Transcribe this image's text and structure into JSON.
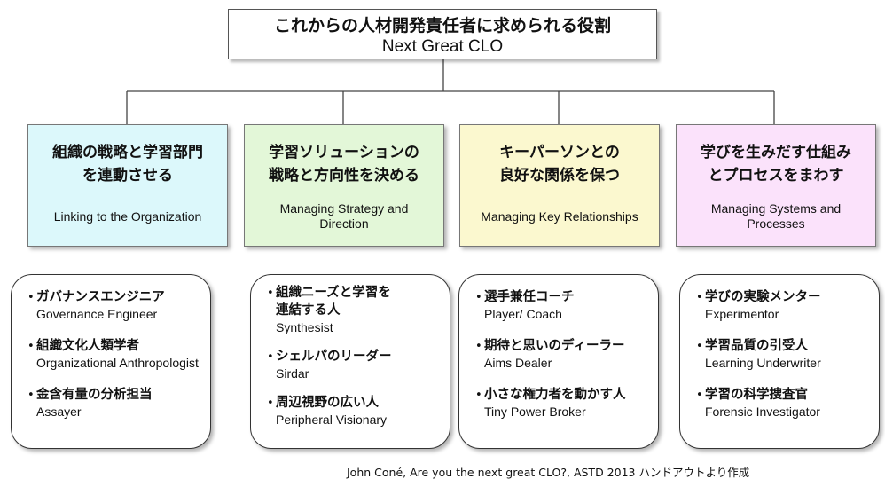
{
  "header": {
    "title": "これからの人材開発責任者に求められる役割",
    "subtitle": "Next Great CLO"
  },
  "roles": [
    {
      "jp": "組織の戦略と学習部門\nを連動させる",
      "en": "Linking to the Organization",
      "color": "#dcf8fb"
    },
    {
      "jp": "学習ソリューションの\n戦略と方向性を決める",
      "en": "Managing Strategy and\nDirection",
      "color": "#e3f7d8"
    },
    {
      "jp": "キーパーソンとの\n良好な関係を保つ",
      "en": "Managing Key Relationships",
      "color": "#fbf8cf"
    },
    {
      "jp": "学びを生みだす仕組み\nとプロセスをまわす",
      "en": "Managing Systems and\nProcesses",
      "color": "#fbe2fb"
    }
  ],
  "personas": [
    [
      {
        "jp": "ガバナンスエンジニア",
        "en": "Governance Engineer"
      },
      {
        "jp": "組織文化人類学者",
        "en": "Organizational Anthropologist"
      },
      {
        "jp": "金含有量の分析担当",
        "en": "Assayer"
      }
    ],
    [
      {
        "jp": "組織ニーズと学習を\n連結する人",
        "en": "Synthesist"
      },
      {
        "jp": "シェルパのリーダー",
        "en": "Sirdar"
      },
      {
        "jp": "周辺視野の広い人",
        "en": "Peripheral Visionary"
      }
    ],
    [
      {
        "jp": "選手兼任コーチ",
        "en": "Player/ Coach"
      },
      {
        "jp": "期待と思いのディーラー",
        "en": "Aims Dealer"
      },
      {
        "jp": "小さな権力者を動かす人",
        "en": "Tiny Power Broker"
      }
    ],
    [
      {
        "jp": "学びの実験メンター",
        "en": "Experimentor"
      },
      {
        "jp": "学習品質の引受人",
        "en": "Learning Underwriter"
      },
      {
        "jp": "学習の科学捜査官",
        "en": "Forensic Investigator"
      }
    ]
  ],
  "bullet": "•",
  "citation": "John Coné, Are you the next great CLO?, ASTD 2013 ハンドアウトより作成"
}
